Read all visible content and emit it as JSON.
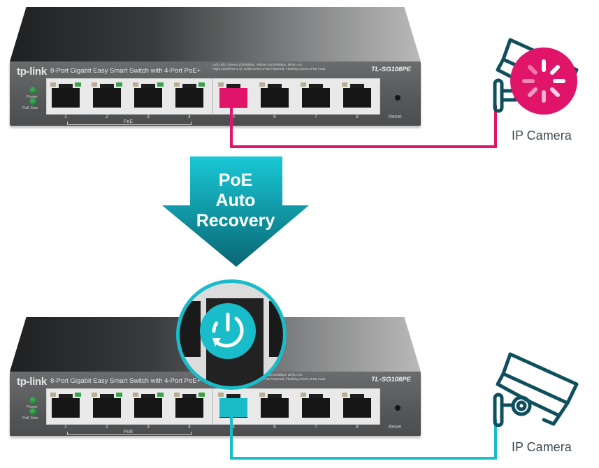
{
  "top_switch": {
    "brand": "tp-link",
    "description": "8-Port Gigabit Easy Smart Switch with 4-Port PoE+",
    "led_legend_line1": "Left LED: Green=1000Mbps, Yellow=10/100Mbps, Blink=Act",
    "led_legend_line2": "Right LED(Port 1-4): Solid Green=PoE Powered, Flashing Green=PoE Fault",
    "model": "TL-SG108PE",
    "power_label": "Power",
    "poe_max_label": "PoE Max",
    "ports": [
      "1",
      "2",
      "3",
      "4",
      "5",
      "6",
      "7",
      "8"
    ],
    "poe_label": "PoE",
    "reset_label": "Reset",
    "highlighted_port": "5",
    "plug_color": "#e0156a"
  },
  "bottom_switch": {
    "brand": "tp-link",
    "description": "8-Port Gigabit Easy Smart Switch with 4-Port PoE+",
    "led_legend_line1": "Left LED: Green=1000Mbps, Yellow=10/100Mbps, Blink=Act",
    "led_legend_line2": "Right LED(Port 1-4): Solid Green=PoE Powered, Flashing Green=PoE Fault",
    "model": "TL-SG108PE",
    "power_label": "Power",
    "poe_max_label": "PoE Max",
    "ports": [
      "1",
      "2",
      "3",
      "4",
      "5",
      "6",
      "7",
      "8"
    ],
    "poe_label": "PoE",
    "reset_label": "Reset",
    "highlighted_port": "5",
    "plug_color": "#19bcc9"
  },
  "top_camera": {
    "label": "IP Camera",
    "status_icon": "loading-spinner-icon",
    "status_color": "#e0156a"
  },
  "bottom_camera": {
    "label": "IP Camera"
  },
  "arrow": {
    "line1": "PoE",
    "line2": "Auto",
    "line3": "Recovery",
    "color_top": "#19c4d2",
    "color_bottom": "#0a6c78"
  },
  "magnifier": {
    "icon": "power-restart-icon",
    "color": "#19bcc9"
  },
  "colors": {
    "fault": "#e0156a",
    "recovered": "#19bcc9",
    "camera_stroke": "#0f4f5e"
  }
}
